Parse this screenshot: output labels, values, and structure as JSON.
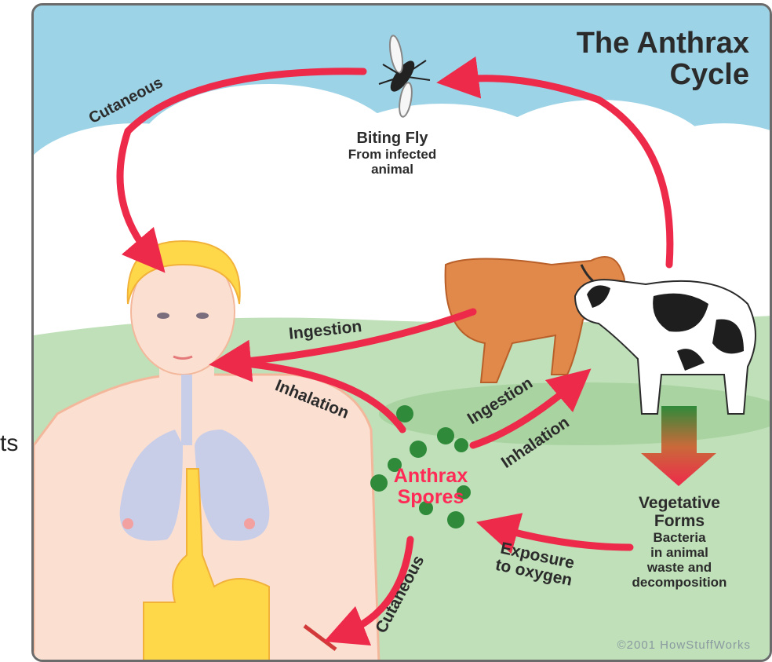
{
  "diagram": {
    "title_line1": "The Anthrax",
    "title_line2": "Cycle",
    "biting_fly": {
      "heading": "Biting Fly",
      "desc_line1": "From infected",
      "desc_line2": "animal"
    },
    "labels": {
      "cutaneous_top": "Cutaneous",
      "ingestion_human": "Ingestion",
      "inhalation_human": "Inhalation",
      "ingestion_cow": "Ingestion",
      "inhalation_cow": "Inhalation",
      "cutaneous_bottom": "Cutaneous",
      "exposure_line1": "Exposure",
      "exposure_line2": "to oxygen"
    },
    "spores": {
      "line1": "Anthrax",
      "line2": "Spores"
    },
    "vegetative": {
      "heading_line1": "Vegetative",
      "heading_line2": "Forms",
      "desc_line1": "Bacteria",
      "desc_line2": "in animal",
      "desc_line3": "waste and",
      "desc_line4": "decomposition"
    },
    "copyright": "©2001 HowStuffWorks",
    "colors": {
      "sky": "#9dd3e6",
      "cloud": "#ffffff",
      "grass": "#bfe0b8",
      "arrow": "#ee2a4a",
      "spore": "#2f8a3a",
      "hair": "#ffd84a",
      "skin": "#fbe0d2"
    }
  },
  "side_text": "ts"
}
